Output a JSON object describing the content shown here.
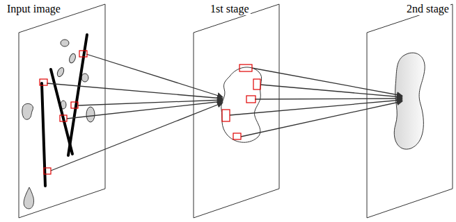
{
  "diagram": {
    "labels": [
      "Input image",
      "1st stage",
      "2nd stage"
    ]
  }
}
